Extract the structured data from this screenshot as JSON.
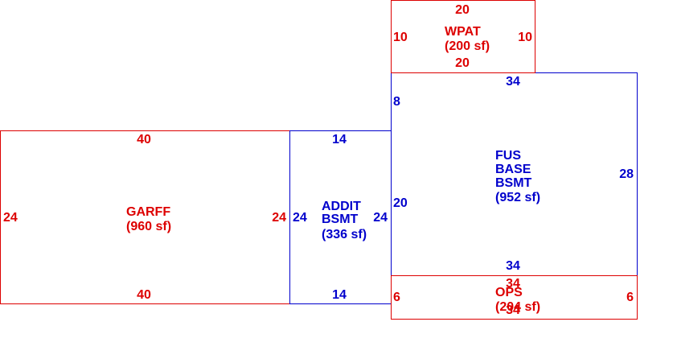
{
  "colors": {
    "red": "#dd0000",
    "blue": "#0000cc",
    "background": "#ffffff"
  },
  "areas": [
    {
      "id": "garff",
      "color": "red",
      "name_lines": [
        "GARFF",
        "(960 sf)"
      ],
      "dims": {
        "top": "40",
        "bottom": "40",
        "left": "24",
        "right": "24"
      }
    },
    {
      "id": "addit-bsmt",
      "color": "blue",
      "name_lines": [
        "ADDIT",
        "BSMT",
        "(336 sf)"
      ],
      "dims": {
        "top": "14",
        "bottom": "14",
        "left": "24",
        "right": "24"
      }
    },
    {
      "id": "fus-base-bsmt",
      "color": "blue",
      "name_lines": [
        "FUS",
        "BASE",
        "BSMT",
        "(952 sf)"
      ],
      "dims": {
        "top": "34",
        "bottom": "34",
        "right": "28",
        "left_upper": "8",
        "left_lower": "20"
      }
    },
    {
      "id": "wpat",
      "color": "red",
      "name_lines": [
        "WPAT",
        "(200 sf)"
      ],
      "dims": {
        "top": "20",
        "bottom": "20",
        "left": "10",
        "right": "10"
      }
    },
    {
      "id": "ops",
      "color": "red",
      "name_lines": [
        "OPS",
        "(204 sf)"
      ],
      "dims": {
        "top": "34",
        "bottom": "34",
        "left": "6",
        "right": "6"
      }
    }
  ]
}
